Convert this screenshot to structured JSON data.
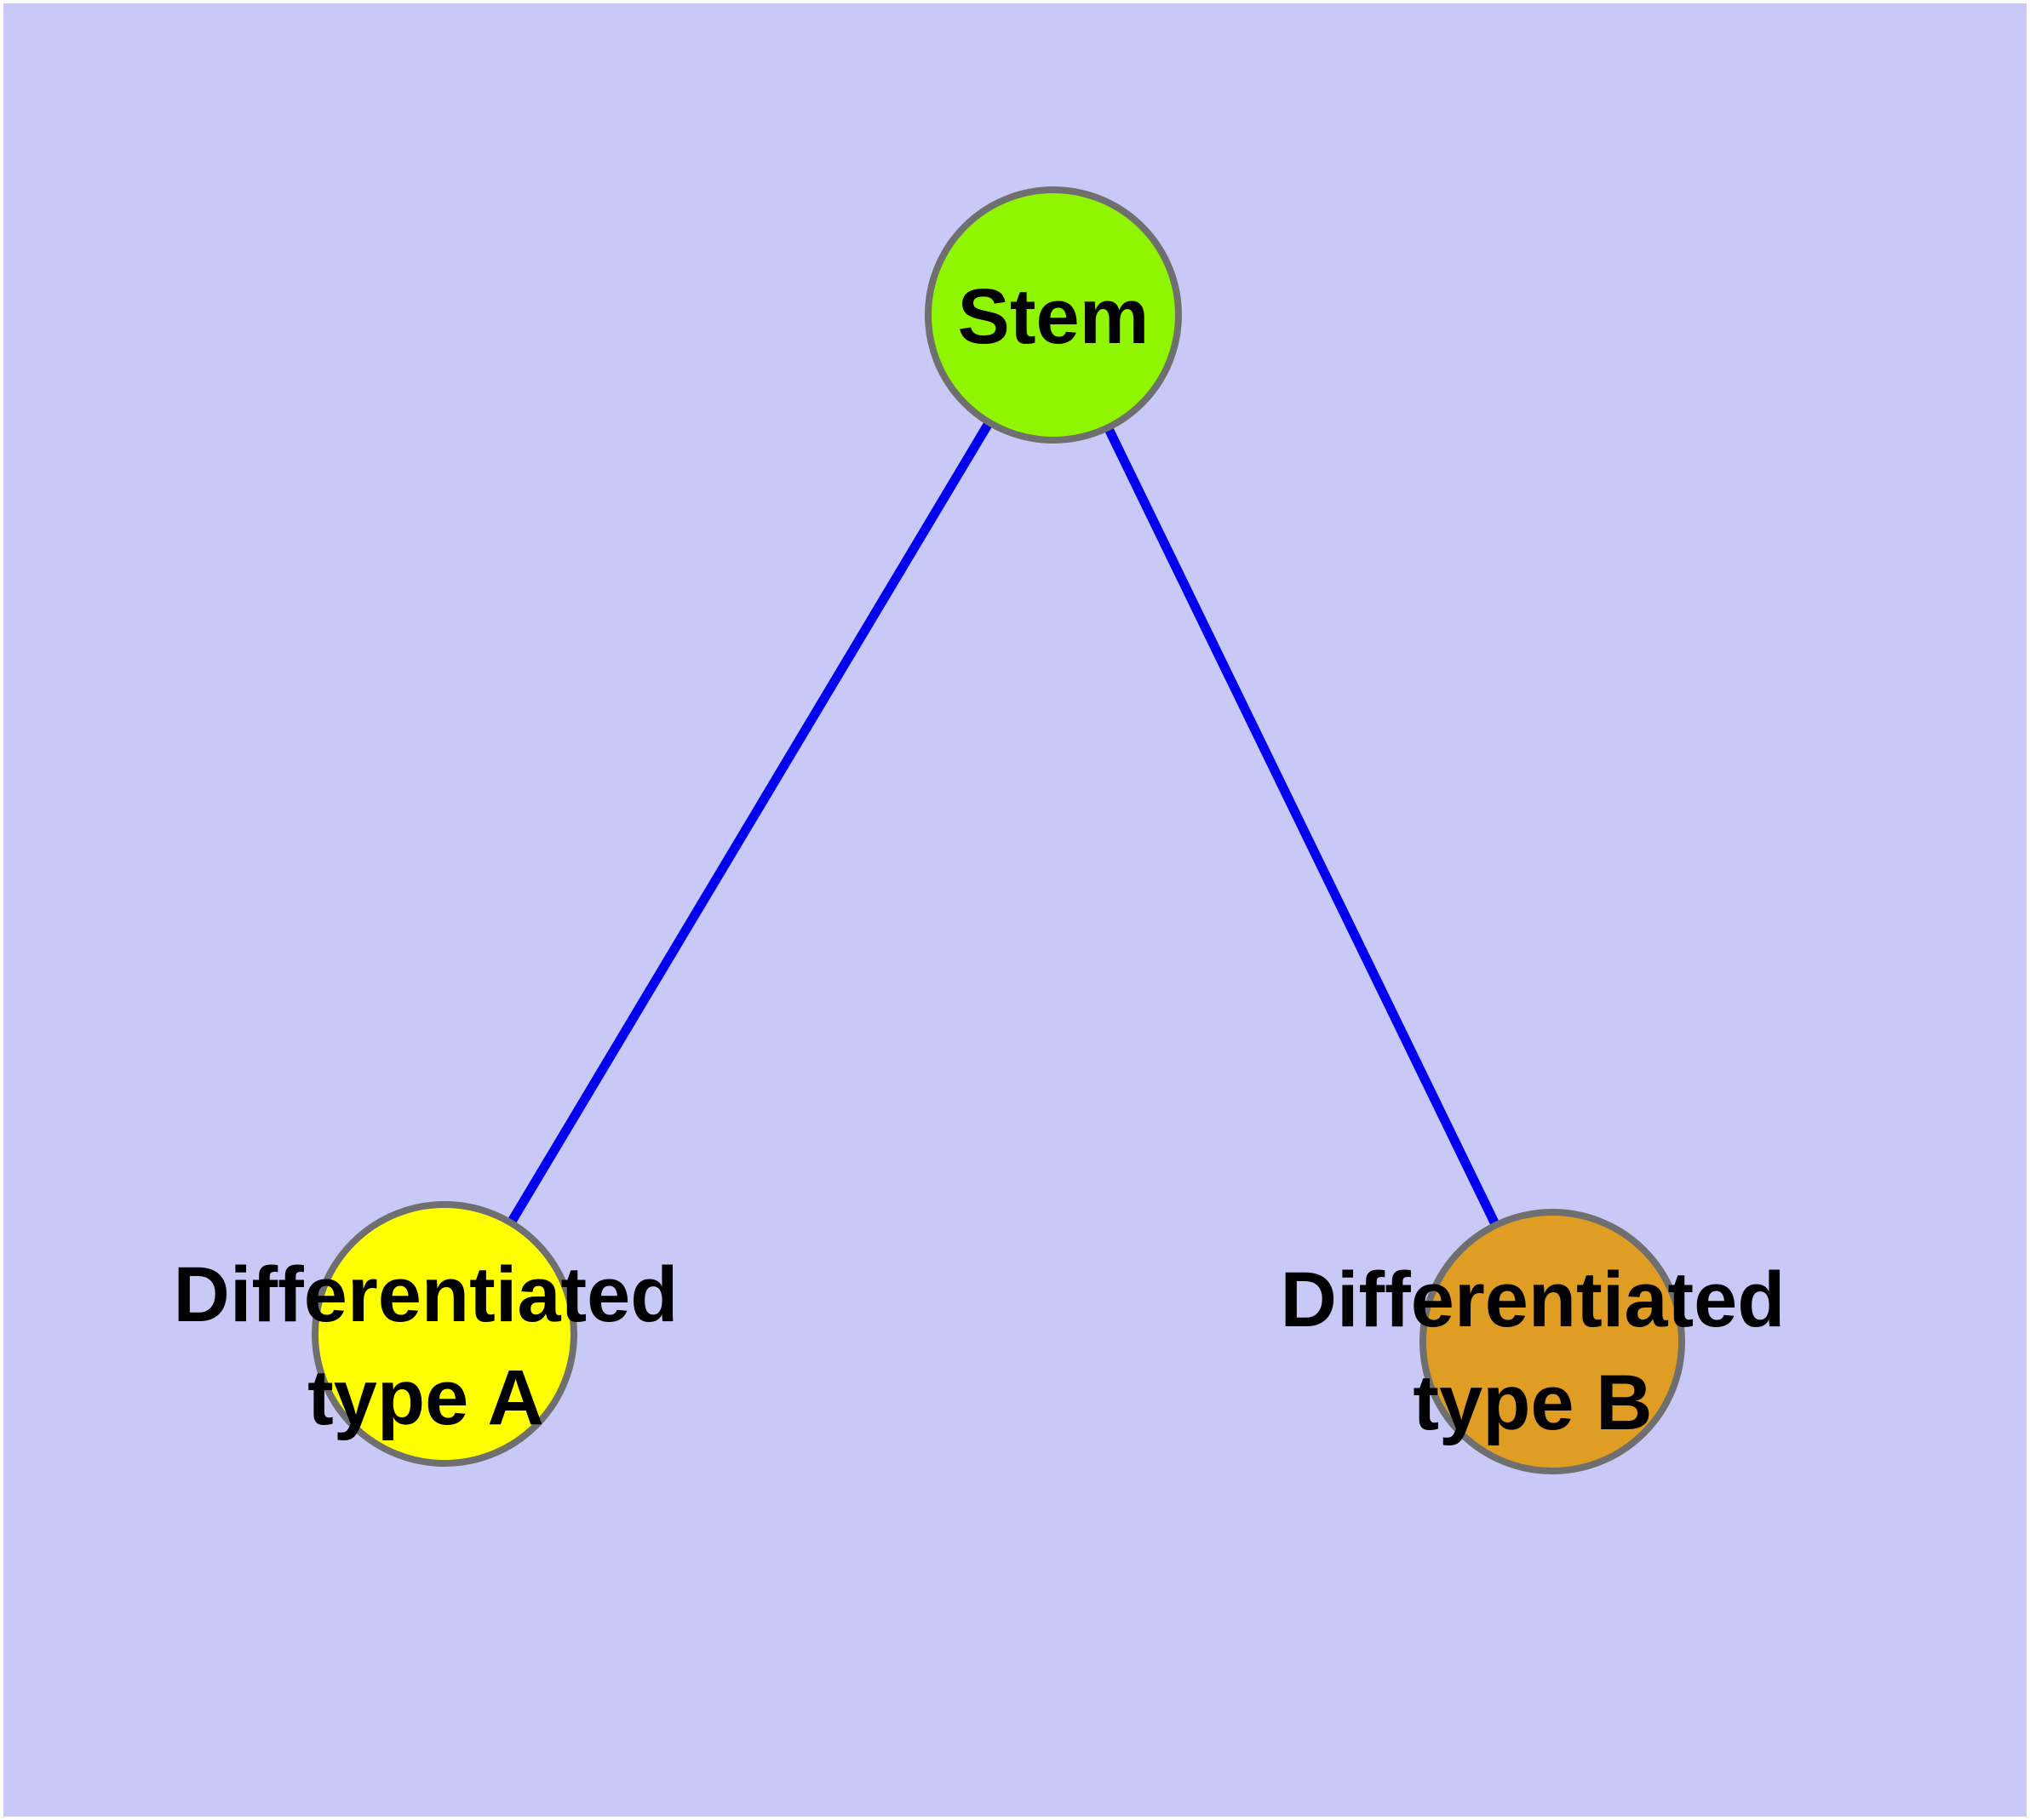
{
  "canvas": {
    "background": "#c9c9f8",
    "page_margin_color": "#ffffff",
    "node_border_color": "#6f6f6f",
    "text_color": "#000000"
  },
  "edges": {
    "color": "#0101f0",
    "connections": [
      {
        "from": "stem",
        "to": "type_a"
      },
      {
        "from": "stem",
        "to": "type_b"
      }
    ]
  },
  "nodes": {
    "stem": {
      "label": "Stem",
      "fill": "#90f500"
    },
    "type_a": {
      "label_line1": "Differentiated",
      "label_line2": "type A",
      "fill": "#ffff00"
    },
    "type_b": {
      "label_line1": "Differentiated",
      "label_line2": "type B",
      "fill": "#e09d24"
    }
  }
}
